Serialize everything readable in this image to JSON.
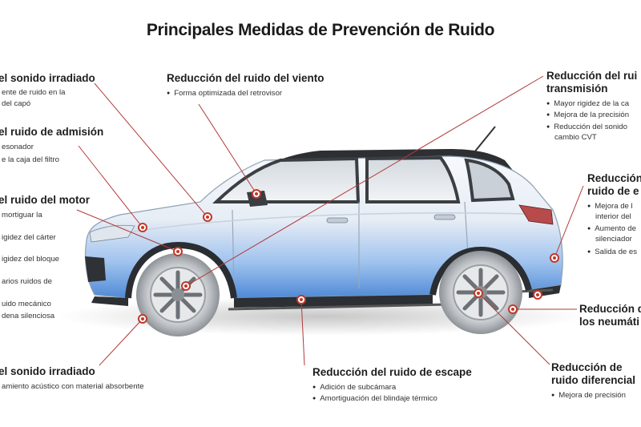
{
  "title": "Principales Medidas de Prevención de Ruido",
  "callouts": {
    "radiated_top": {
      "heading": "el sonido irradiado",
      "lines": [
        "ente de ruido en la",
        "del capó"
      ]
    },
    "intake": {
      "heading": "el ruido de admisión",
      "lines": [
        "esonador",
        "e la caja del filtro"
      ]
    },
    "engine": {
      "heading": "el ruido del motor",
      "lines": [
        "mortiguar la",
        "igidez del cárter",
        "igidez del bloque",
        "arios ruidos de",
        "uido mecánico",
        "dena silenciosa"
      ]
    },
    "radiated_bottom": {
      "heading": "el sonido irradiado",
      "lines": [
        "amiento acústico con material absorbente"
      ]
    },
    "wind": {
      "heading": "Reducción del ruido del viento",
      "lines": [
        "Forma optimizada del retrovisor"
      ]
    },
    "transmission": {
      "heading_lines": [
        "Reducción del rui",
        "transmisión"
      ],
      "lines": [
        "Mayor rigidez de la ca",
        "Mejora de la precisión",
        "Reducción del sonido",
        "cambio CVT"
      ]
    },
    "exhaust_right": {
      "heading_lines": [
        "Reducción",
        "ruido de e"
      ],
      "lines": [
        "Mejora de l",
        "interior del",
        "Aumento de",
        "silenciador",
        "Salida de es"
      ]
    },
    "tires": {
      "heading_lines": [
        "Reducción d",
        "los neumáti"
      ]
    },
    "differential": {
      "heading_lines": [
        "Reducción de",
        "ruido diferencial"
      ],
      "lines": [
        "Mejora de precisión"
      ]
    },
    "exhaust_bottom": {
      "heading": "Reducción del ruido de escape",
      "lines": [
        "Adición de subcámara",
        "Amortiguación del blindaje térmico"
      ]
    }
  },
  "colors": {
    "leader_line": "#b23a3a",
    "marker": "#c0392b",
    "car_body": "#eef3f8",
    "car_blue_tint": "#6fa2e0"
  }
}
